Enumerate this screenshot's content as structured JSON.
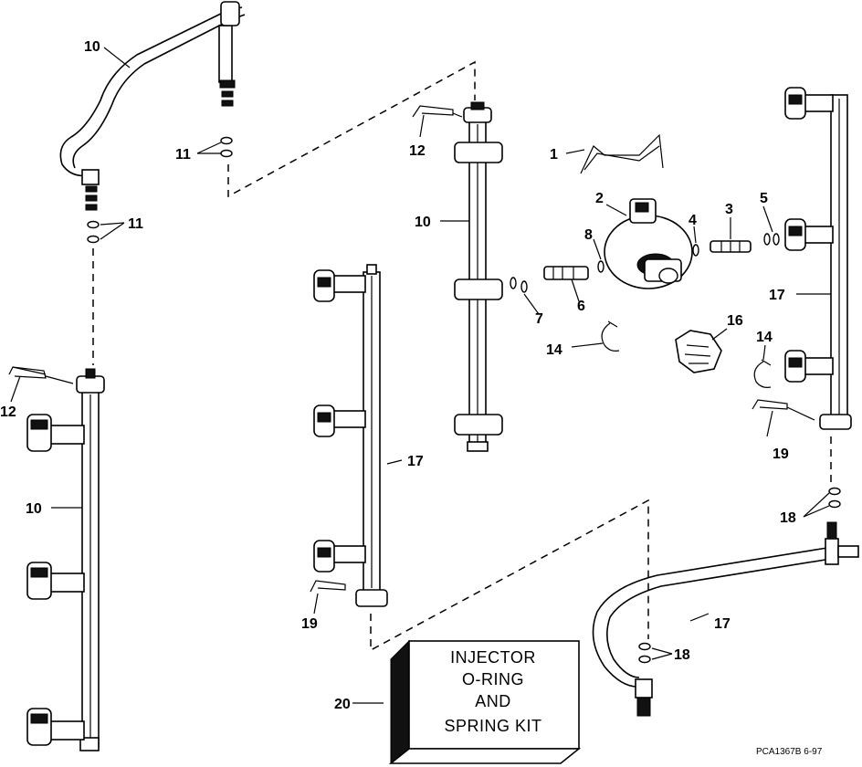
{
  "labels": {
    "hose_10_top": "10",
    "orings_11_a": "11",
    "orings_11_b": "11",
    "clip_12_mid": "12",
    "rail_10_mid": "10",
    "clip_12_left": "12",
    "rail_10_left": "10",
    "clip_1": "1",
    "regulator_2": "2",
    "fitting_3": "3",
    "oring_4": "4",
    "orings_5": "5",
    "fitting_6": "6",
    "orings_7": "7",
    "oring_8": "8",
    "clip_14_a": "14",
    "cap_16": "16",
    "clip_14_b": "14",
    "rail_17_right": "17",
    "clip_19_right": "19",
    "orings_18_a": "18",
    "rail_17_mid": "17",
    "clip_19_mid": "19",
    "hose_17_bottom": "17",
    "orings_18_b": "18",
    "kit_20": "20"
  },
  "kit_box": {
    "line1": "INJECTOR",
    "line2": "O-RING",
    "line3": "AND",
    "line4": "SPRING KIT"
  },
  "drawing_code": "PCA1367B  6-97"
}
